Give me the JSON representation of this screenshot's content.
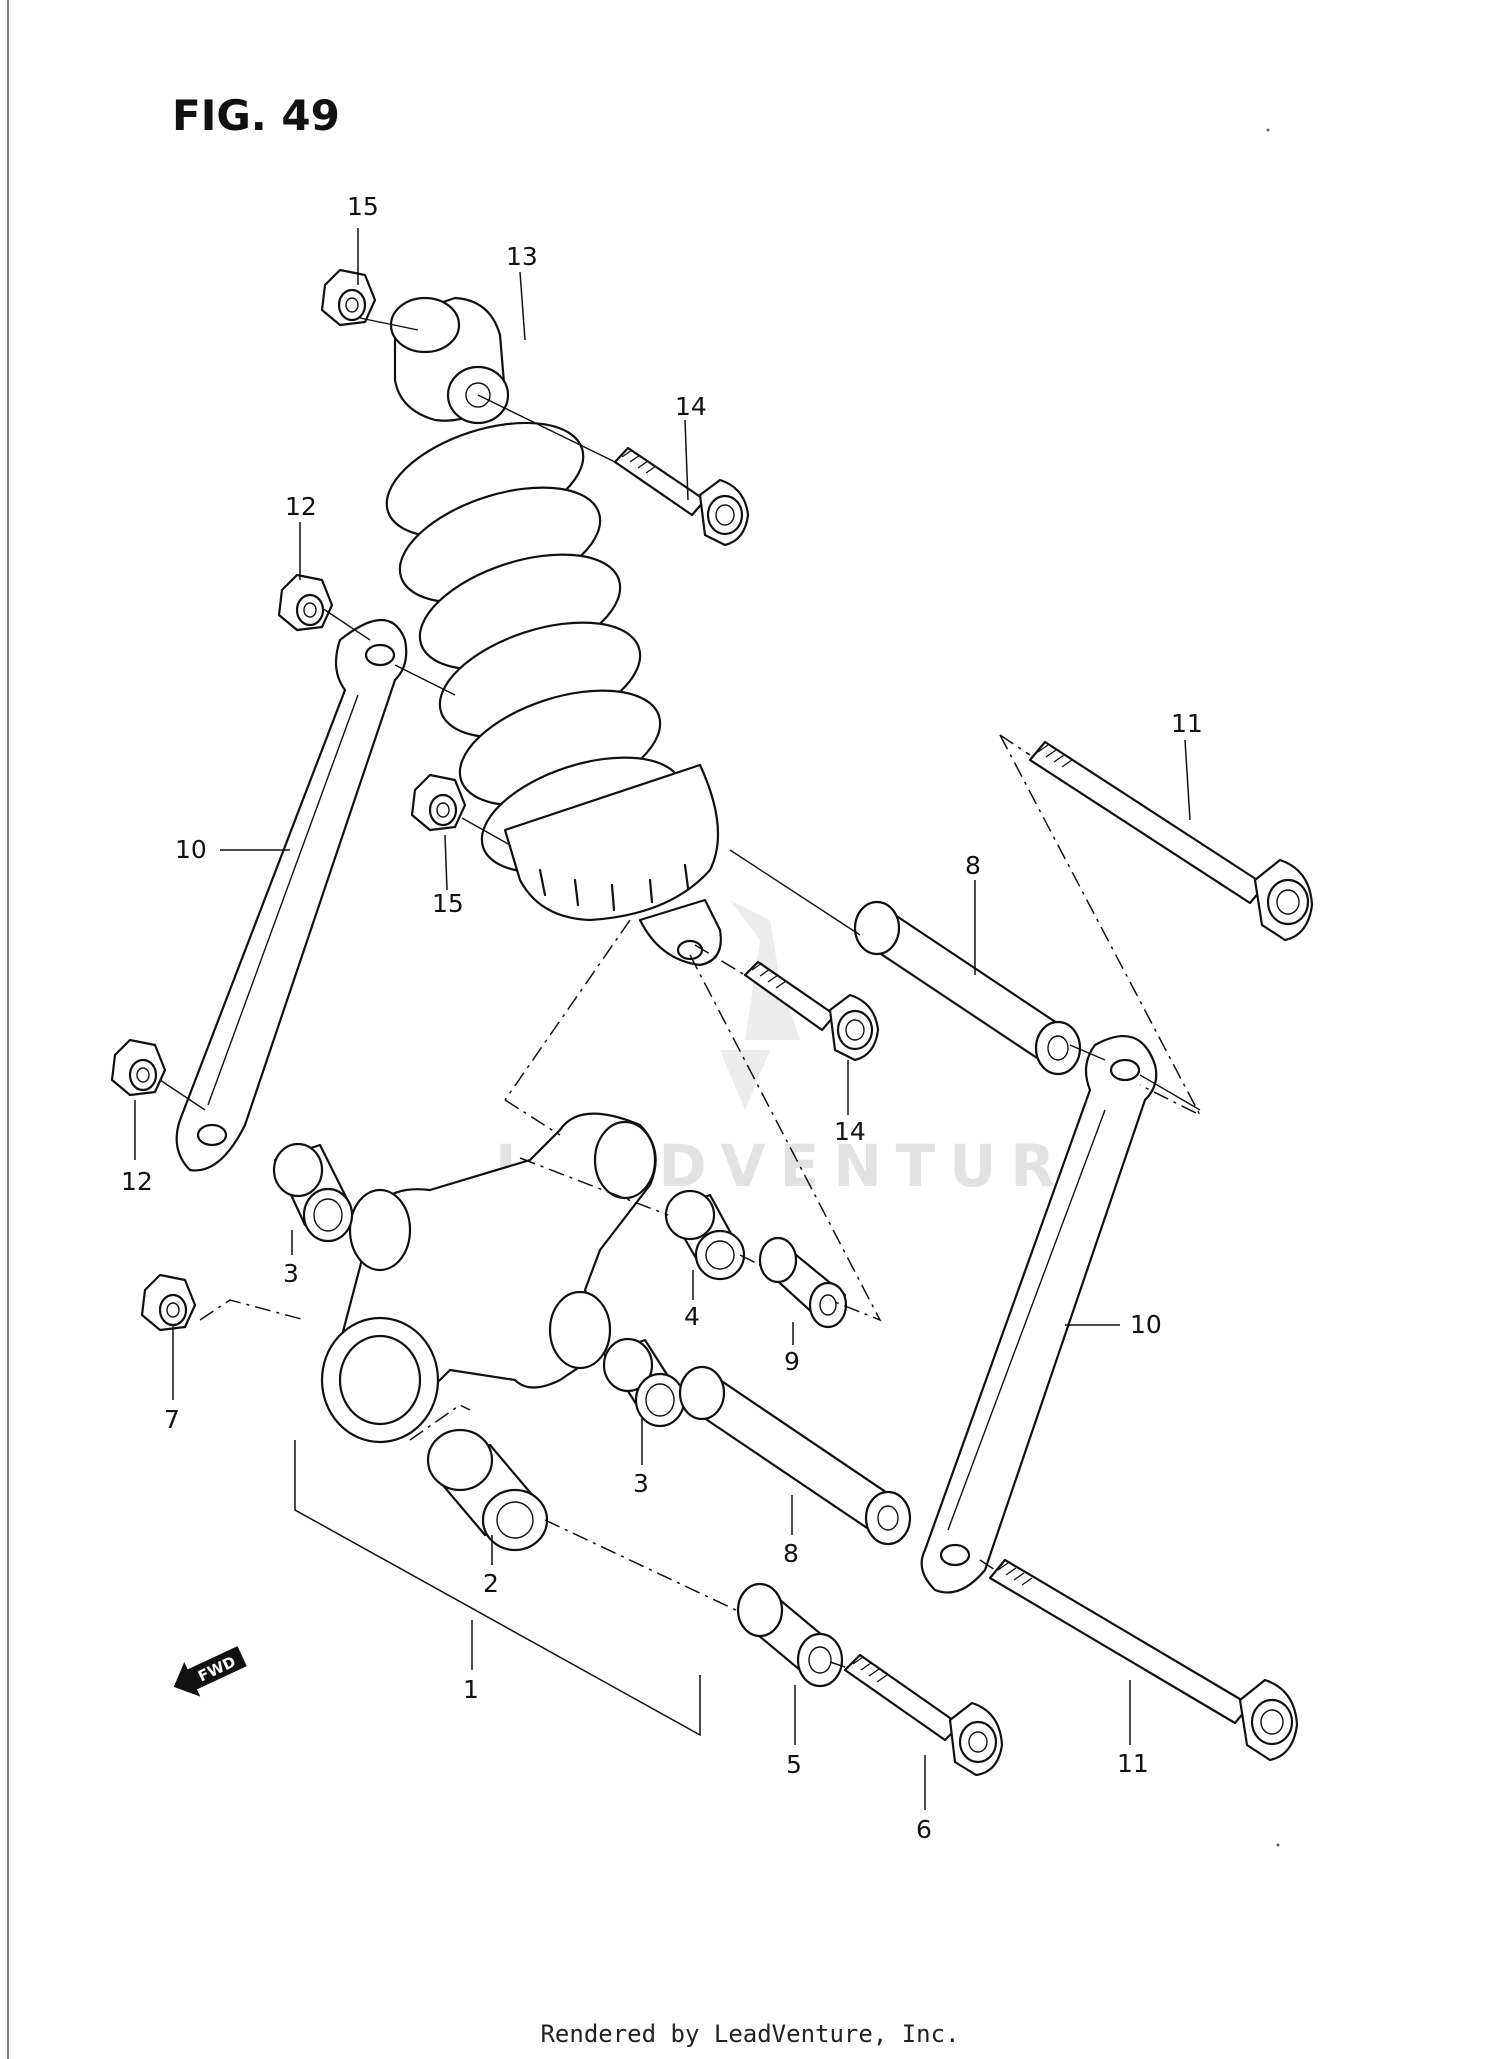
{
  "figure": {
    "title": "FIG. 49",
    "watermark": "LEADVENTURE"
  },
  "fwd_label": "FWD",
  "callouts": [
    "1",
    "2",
    "3",
    "3",
    "4",
    "5",
    "6",
    "7",
    "8",
    "8",
    "9",
    "10",
    "10",
    "11",
    "11",
    "12",
    "12",
    "13",
    "14",
    "14",
    "15",
    "15"
  ],
  "footer": "Rendered by LeadVenture, Inc."
}
